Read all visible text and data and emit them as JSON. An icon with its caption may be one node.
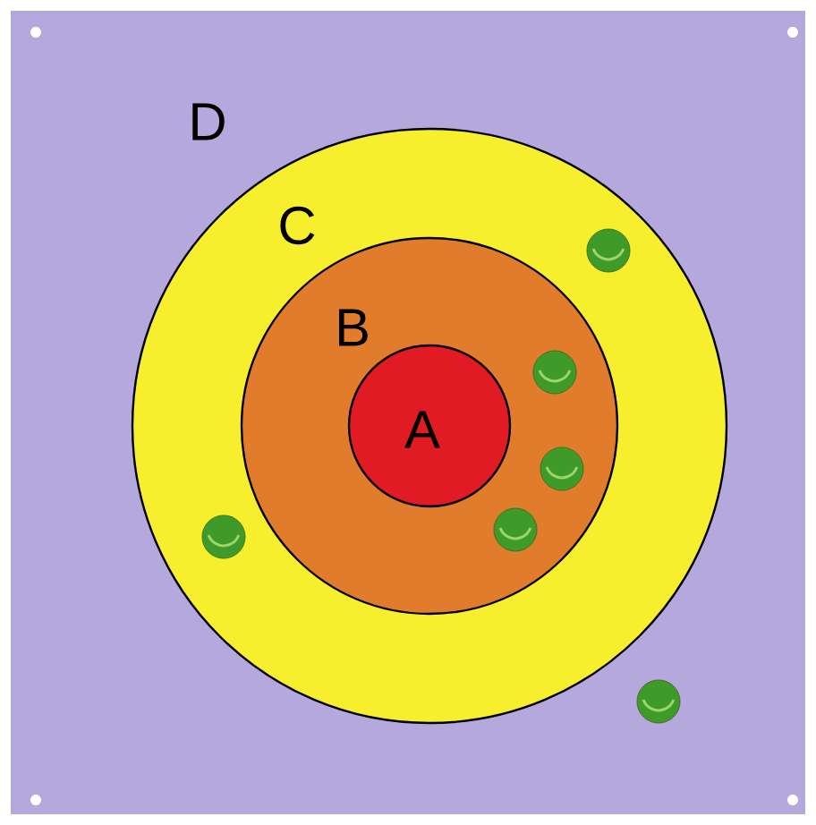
{
  "diagram": {
    "nodes": [
      {
        "text": [
          "D"
        ]
      },
      {
        "text": [
          "C"
        ],
        "in": 0
      },
      {
        "text": [
          "B"
        ],
        "in": 1
      },
      {
        "text": [
          "A"
        ],
        "in": 2
      }
    ]
  }
}
